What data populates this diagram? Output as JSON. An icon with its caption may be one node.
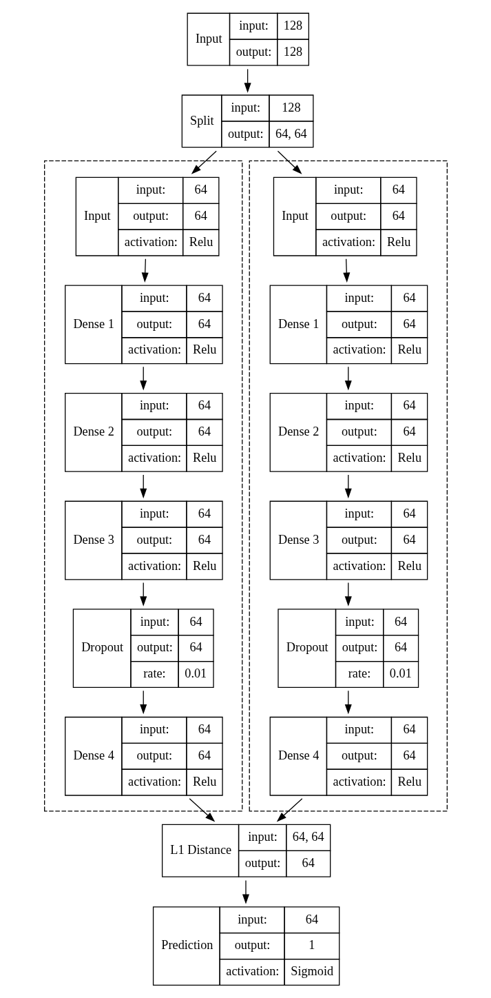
{
  "diagram": {
    "nodes": [
      {
        "text": [
          "Input",
          "input:",
          "128",
          "output:",
          "128"
        ]
      },
      {
        "text": [
          "Split",
          "input:",
          "128",
          "output:",
          "64, 64"
        ]
      },
      {
        "text": [],
        "shape": "box"
      },
      {
        "text": [
          "Input",
          "input:",
          "64",
          "output:",
          "64",
          "activation:",
          "Relu"
        ],
        "in": 2
      },
      {
        "text": [
          "Dense 1",
          "input:",
          "64",
          "output:",
          "64",
          "activation:",
          "Relu"
        ],
        "in": 2
      },
      {
        "text": [
          "Dense 2",
          "input:",
          "64",
          "output:",
          "64",
          "activation:",
          "Relu"
        ],
        "in": 2
      },
      {
        "text": [
          "Dense 3",
          "input:",
          "64",
          "output:",
          "64",
          "activation:",
          "Relu"
        ],
        "in": 2
      },
      {
        "text": [
          "Dropout",
          "input:",
          "64",
          "output:",
          "64",
          "rate:",
          "0.01"
        ],
        "in": 2
      },
      {
        "text": [
          "Dense 4",
          "input:",
          "64",
          "output:",
          "64",
          "activation:",
          "Relu"
        ],
        "in": 2
      },
      {
        "text": [],
        "shape": "box"
      },
      {
        "text": [
          "Input",
          "input:",
          "64",
          "output:",
          "64",
          "activation:",
          "Relu"
        ],
        "in": 9
      },
      {
        "text": [
          "Dense 1",
          "input:",
          "64",
          "output:",
          "64",
          "activation:",
          "Relu"
        ],
        "in": 9
      },
      {
        "text": [
          "Dense 2",
          "input:",
          "64",
          "output:",
          "64",
          "activation:",
          "Relu"
        ],
        "in": 9
      },
      {
        "text": [
          "Dense 3",
          "input:",
          "64",
          "output:",
          "64",
          "activation:",
          "Relu"
        ],
        "in": 9
      },
      {
        "text": [
          "Dropout",
          "input:",
          "64",
          "output:",
          "64",
          "rate:",
          "0.01"
        ],
        "in": 9
      },
      {
        "text": [
          "Dense 4",
          "input:",
          "64",
          "output:",
          "64",
          "activation:",
          "Relu"
        ],
        "in": 9
      },
      {
        "text": [
          "L1 Distance",
          "input:",
          "64, 64",
          "output:",
          "64"
        ]
      },
      {
        "text": [
          "Prediction",
          "input:",
          "64",
          "output:",
          "1",
          "activation:",
          "Sigmoid"
        ]
      }
    ],
    "edges": [
      {
        "from": 0,
        "to": 1,
        "arrow": "to"
      },
      {
        "from": 1,
        "to": 3,
        "arrow": "to"
      },
      {
        "from": 1,
        "to": 10,
        "arrow": "to"
      },
      {
        "from": 3,
        "to": 4,
        "arrow": "to"
      },
      {
        "from": 4,
        "to": 5,
        "arrow": "to"
      },
      {
        "from": 5,
        "to": 6,
        "arrow": "to"
      },
      {
        "from": 6,
        "to": 7,
        "arrow": "to"
      },
      {
        "from": 7,
        "to": 8,
        "arrow": "to"
      },
      {
        "from": 10,
        "to": 11,
        "arrow": "to"
      },
      {
        "from": 11,
        "to": 12,
        "arrow": "to"
      },
      {
        "from": 12,
        "to": 13,
        "arrow": "to"
      },
      {
        "from": 13,
        "to": 14,
        "arrow": "to"
      },
      {
        "from": 14,
        "to": 15,
        "arrow": "to"
      },
      {
        "from": 8,
        "to": 16,
        "arrow": "to"
      },
      {
        "from": 15,
        "to": 16,
        "arrow": "to"
      },
      {
        "from": 16,
        "to": 17,
        "arrow": "to"
      }
    ]
  }
}
